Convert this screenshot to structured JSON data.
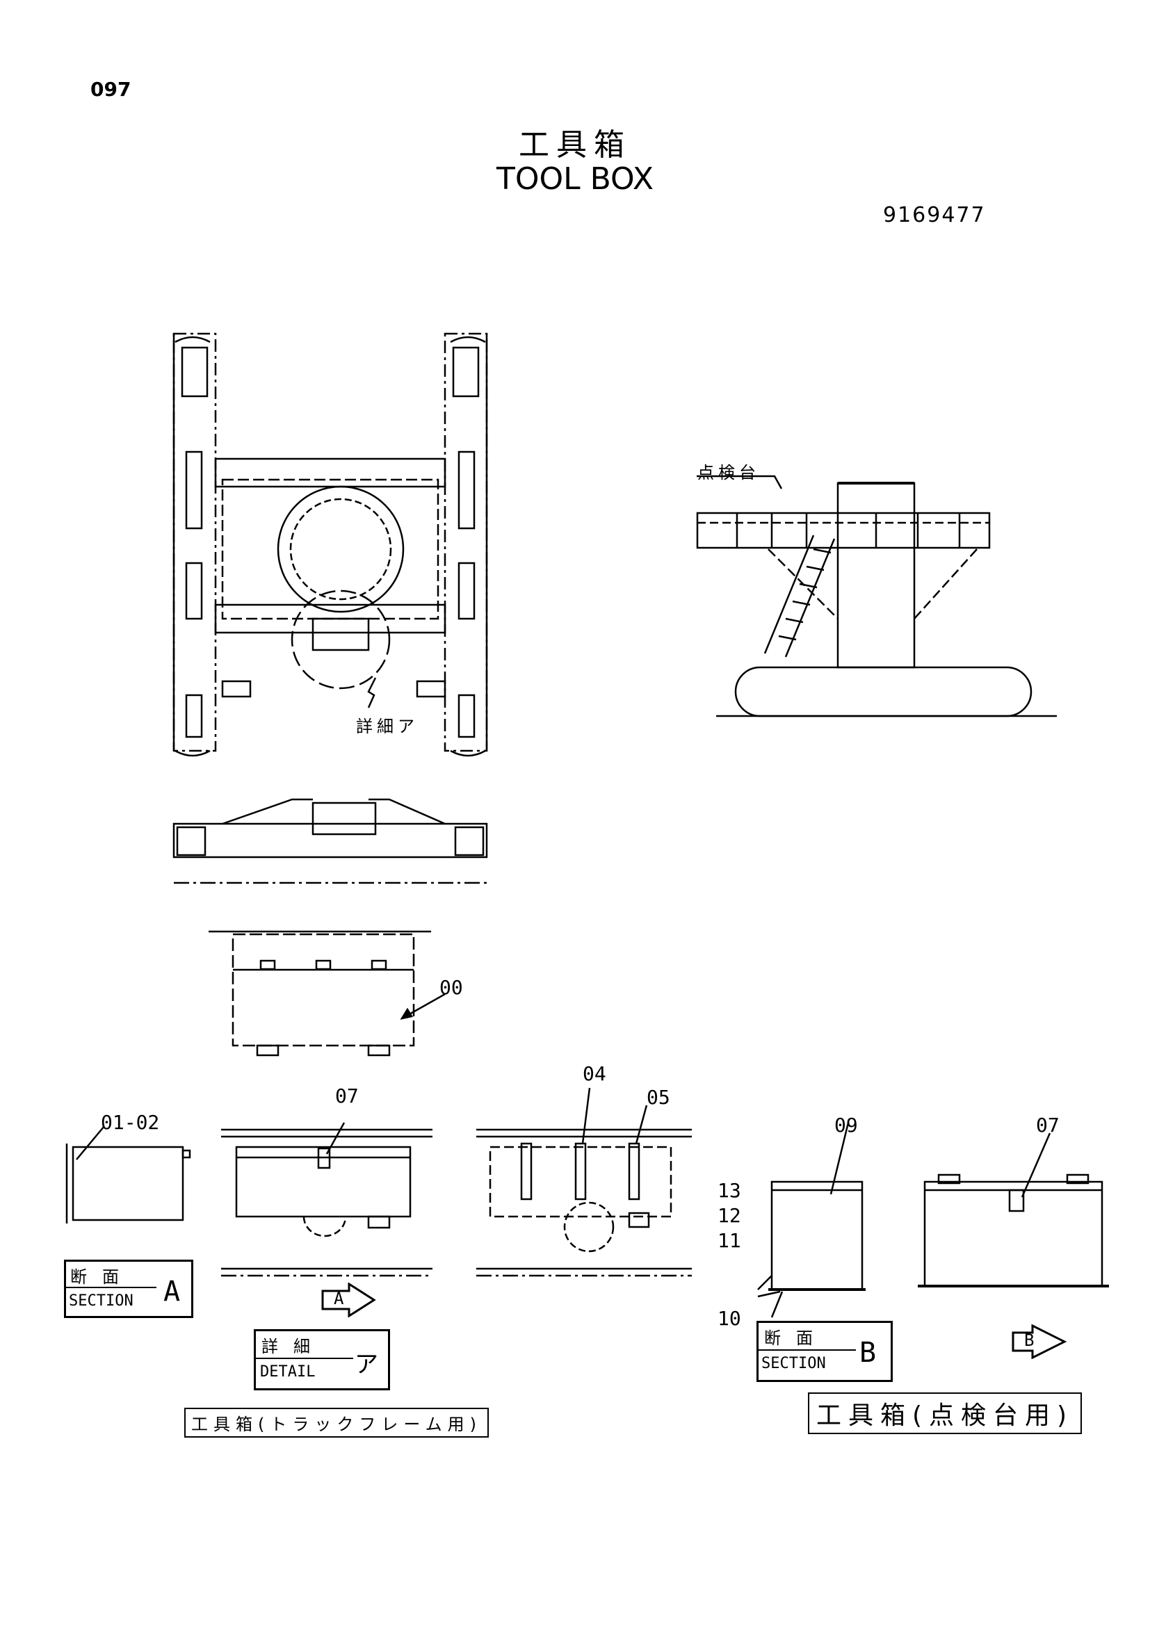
{
  "header": {
    "page_number": "097",
    "title_jp": "工具箱",
    "title_en": "TOOL BOX",
    "drawing_number": "9169477"
  },
  "labels": {
    "inspection_platform": "点検台",
    "detail_a_callout": "詳細ア",
    "part_00": "00",
    "part_01_02": "01-02",
    "part_07_front": "07",
    "part_04": "04",
    "part_05": "05",
    "part_09": "09",
    "part_07_side": "07",
    "part_13": "13",
    "part_12": "12",
    "part_11": "11",
    "part_10": "10"
  },
  "section_a": {
    "jp": "断面",
    "en": "SECTION",
    "letter": "A"
  },
  "arrow_a": "A",
  "detail_box": {
    "jp": "詳細",
    "en": "DETAIL",
    "letter": "ア"
  },
  "caption_track_frame": "工具箱(トラックフレーム用)",
  "section_b": {
    "jp": "断面",
    "en": "SECTION",
    "letter": "B"
  },
  "arrow_b": "B",
  "caption_platform": "工具箱(点検台用)"
}
